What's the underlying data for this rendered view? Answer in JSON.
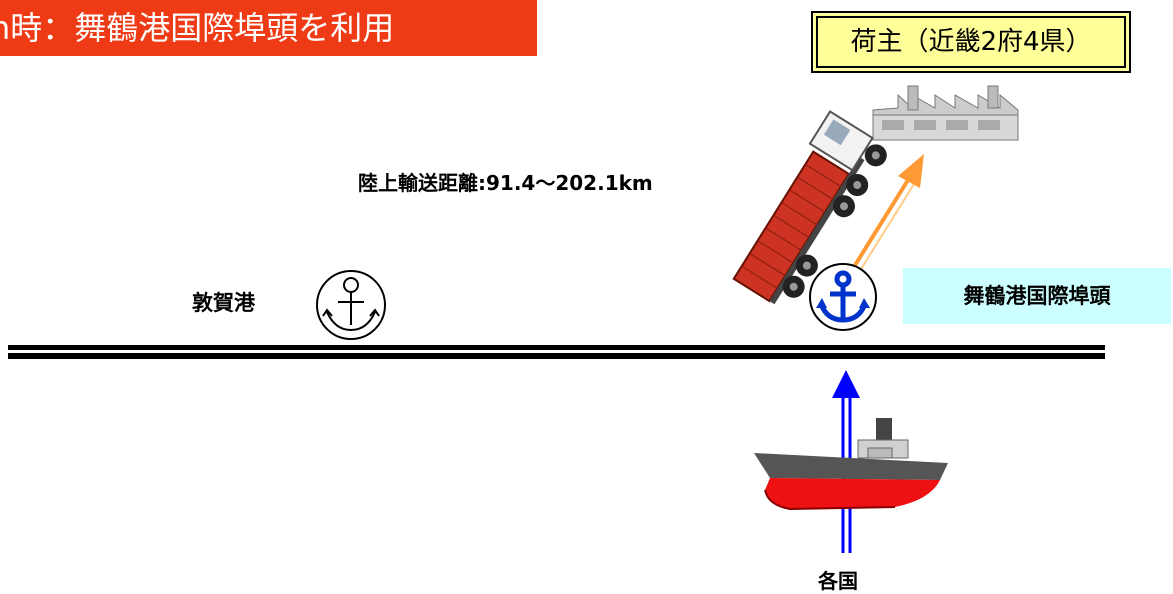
{
  "title": "h時：舞鶴港国際埠頭を利用",
  "shipper": "荷主（近畿2府4県）",
  "distance": "陸上輸送距離:91.4～202.1km",
  "port_left": "敦賀港",
  "port_right": "舞鶴港国際埠頭",
  "origin": "各国",
  "colors": {
    "banner": "#ee3b15",
    "shipper_box": "#ffff99",
    "port_label_bg": "#ccffff",
    "anchor_active": "#0033cc",
    "arrow_blue": "#0000ff",
    "arrow_orange": "#ff9933",
    "ship_hull": "#ee1111",
    "truck_container": "#cc3322"
  },
  "icons": [
    "anchor-icon-tsuruga",
    "anchor-icon-maizuru",
    "factory-icon",
    "truck-icon",
    "ship-icon"
  ]
}
